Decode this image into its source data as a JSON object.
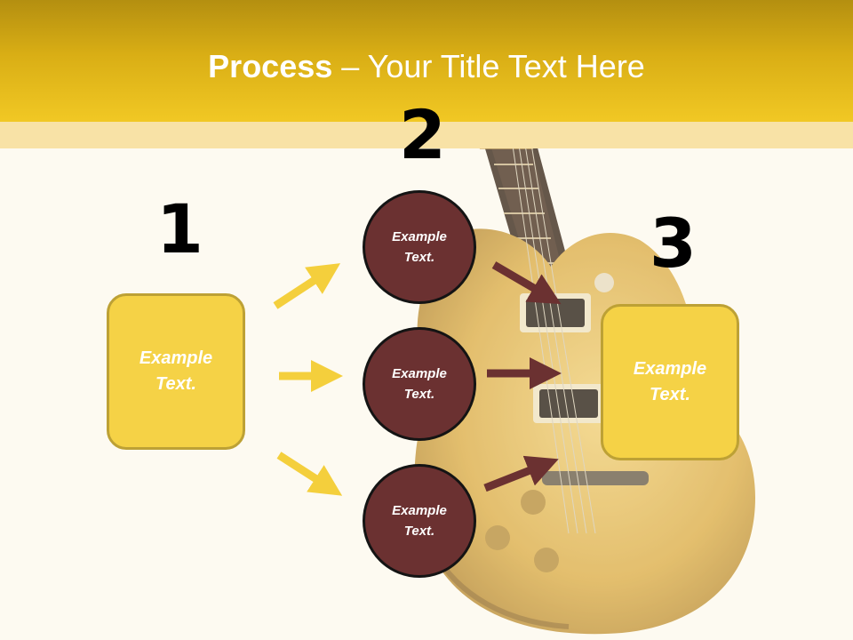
{
  "slide": {
    "title_bold": "Process",
    "title_rest": " – Your Title Text Here"
  },
  "steps": {
    "one": "1",
    "two": "2",
    "three": "3"
  },
  "left_box": {
    "text": "Example Text."
  },
  "circles": [
    {
      "text": "Example Text."
    },
    {
      "text": "Example Text."
    },
    {
      "text": "Example Text."
    }
  ],
  "right_box": {
    "text": "Example Text."
  },
  "colors": {
    "header_gold": "#f1c824",
    "box_yellow": "#f5d246",
    "circle_maroon": "#6b3131",
    "arrow_yellow": "#f4cf3c",
    "arrow_maroon": "#6b3131"
  },
  "background_image": "electric-guitar-illustration"
}
